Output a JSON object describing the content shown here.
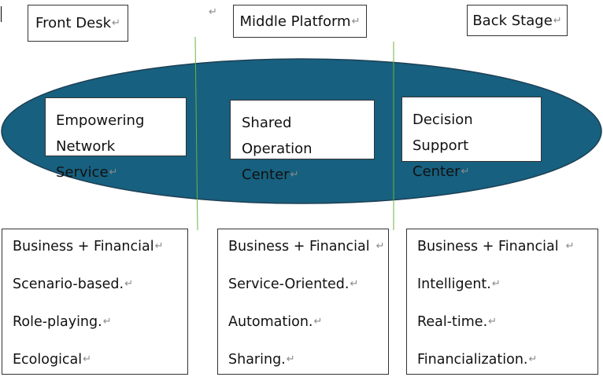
{
  "diagram": {
    "headers": [
      {
        "label": "Front Desk"
      },
      {
        "label": "Middle Platform"
      },
      {
        "label": "Back Stage"
      }
    ],
    "centers": [
      {
        "line1": "Empowering",
        "line2": "Network Service"
      },
      {
        "line1": "Shared Operation",
        "line2": "Center"
      },
      {
        "line1": "Decision Support",
        "line2": "Center"
      }
    ],
    "columns": [
      {
        "items": [
          "Business + Financial",
          "Scenario-based.",
          "Role-playing.",
          "Ecological"
        ]
      },
      {
        "items": [
          "Business + Financial",
          "Service-Oriented.",
          "Automation.",
          "Sharing."
        ]
      },
      {
        "items": [
          "Business + Financial",
          "Intelligent.",
          "Real-time.",
          "Financialization."
        ]
      }
    ]
  },
  "formatting_mark": "↵",
  "colors": {
    "ellipse_fill": "#17607f",
    "ellipse_stroke": "#1d3f54",
    "divider": "#6cb33f",
    "border": "#333333"
  }
}
